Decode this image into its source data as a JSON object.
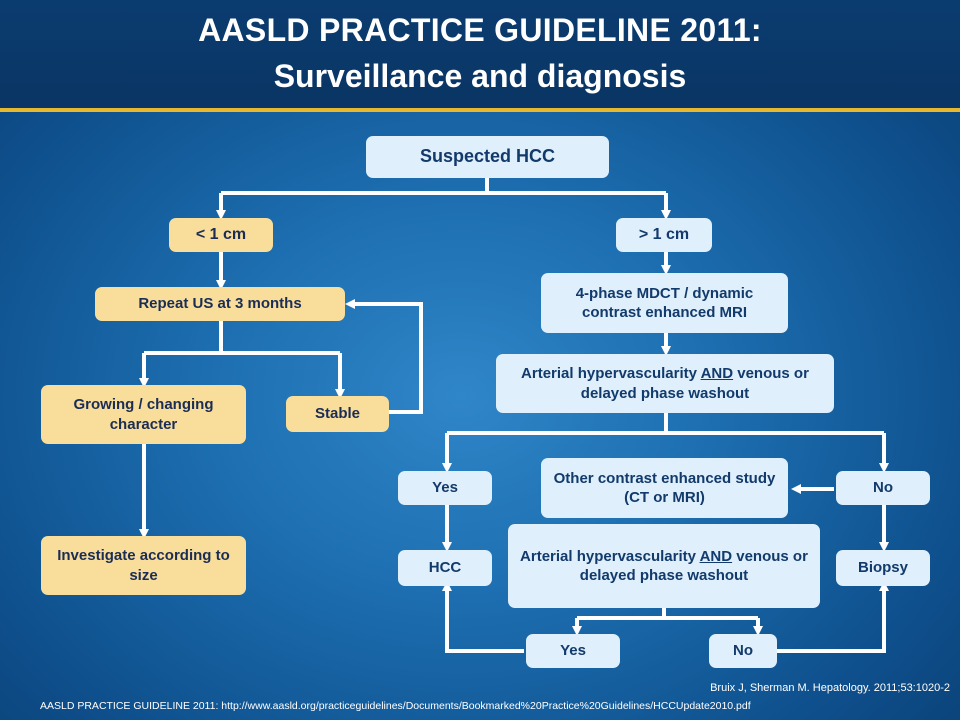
{
  "header": {
    "title_line1": "AASLD PRACTICE GUIDELINE 2011:",
    "title_line2": "Surveillance and diagnosis"
  },
  "flow": {
    "suspected": "Suspected HCC",
    "lt1": "< 1 cm",
    "gt1": "> 1 cm",
    "repeat_us": "Repeat US at 3 months",
    "growing": "Growing / changing character",
    "stable": "Stable",
    "investigate": "Investigate according to size",
    "mdct": "4-phase MDCT / dynamic contrast enhanced MRI",
    "arterial1_pre": "Arterial hypervascularity ",
    "arterial1_and": "AND",
    "arterial1_post": " venous or delayed phase washout",
    "yes1": "Yes",
    "no1": "No",
    "other_study": "Other contrast enhanced study (CT or MRI)",
    "hcc": "HCC",
    "biopsy": "Biopsy",
    "arterial2_pre": "Arterial hypervascularity ",
    "arterial2_and": "AND",
    "arterial2_post": " venous or delayed phase washout",
    "yes2": "Yes",
    "no2": "No"
  },
  "references": {
    "citation": "Bruix J, Sherman M. Hepatology. 2011;53:1020-2",
    "source": "AASLD PRACTICE  GUIDELINE  2011: http://www.aasld.org/practiceguidelines/Documents/Bookmarked%20Practice%20Guidelines/HCCUpdate2010.pdf"
  },
  "colors": {
    "background": "#1d6fb1",
    "header": "#0a3564",
    "header_rule": "#e8b92f",
    "box_blue": "#dfeffc",
    "box_tan": "#f8dd9b"
  }
}
